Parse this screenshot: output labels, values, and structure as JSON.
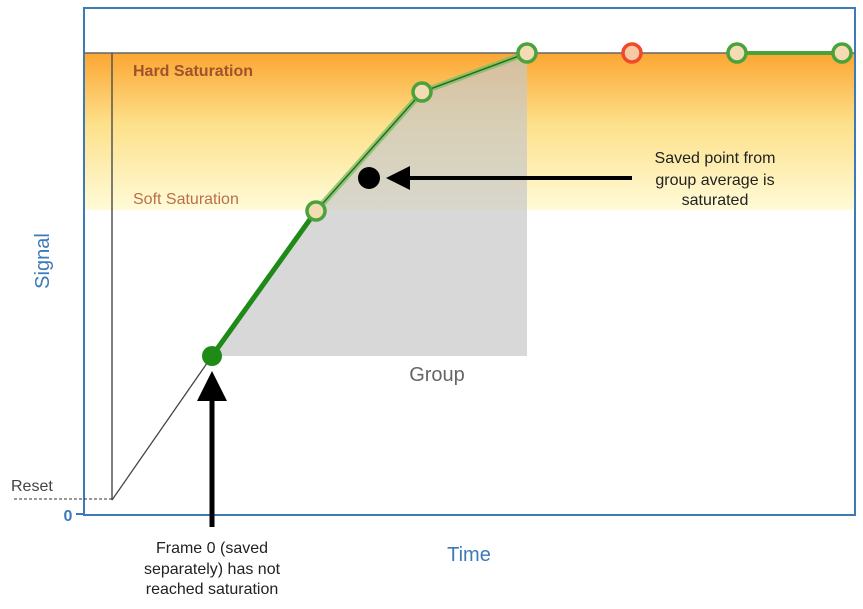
{
  "axes": {
    "x_label": "Time",
    "y_label": "Signal",
    "zero_tick": "0"
  },
  "labels": {
    "hard_saturation": "Hard Saturation",
    "soft_saturation": "Soft Saturation",
    "reset": "Reset",
    "group": "Group"
  },
  "annotations": {
    "saved_point": [
      "Saved point from",
      "group average is",
      "saturated"
    ],
    "frame0": [
      "Frame 0 (saved",
      "separately) has not",
      "reached saturation"
    ]
  },
  "colors": {
    "axis": "#3d7ab8",
    "green": "#2e8b1e",
    "saturated_point": "#f04a2a",
    "point_fill": "#f3dcb4",
    "hard_label": "#a0522d",
    "soft_label": "#b8704a"
  }
}
